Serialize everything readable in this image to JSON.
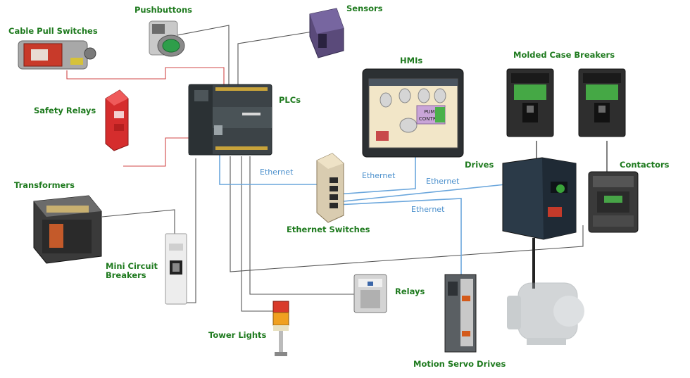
{
  "colors": {
    "label": "#1e7a1e",
    "ethernet_wire": "#6aa6dc",
    "control_wire": "#d04848",
    "power_wire": "#555555",
    "motor_cable": "#222222"
  },
  "labels": {
    "pushbuttons": "Pushbuttons",
    "sensors": "Sensors",
    "cable_pull_switches": "Cable Pull Switches",
    "safety_relays": "Safety Relays",
    "plcs": "PLCs",
    "hmis": "HMIs",
    "molded_case_breakers": "Molded Case Breakers",
    "drives": "Drives",
    "contactors": "Contactors",
    "transformers": "Transformers",
    "ethernet_switches": "Ethernet Switches",
    "mini_circuit_breakers": "Mini Circuit\nBreakers",
    "relays": "Relays",
    "tower_lights": "Tower Lights",
    "motion_servo_drives": "Motion Servo Drives"
  },
  "ethernet_labels": [
    "Ethernet",
    "Ethernet",
    "Ethernet",
    "Ethernet"
  ],
  "hmi_screen": {
    "title_line1": "PUMP",
    "title_line2": "CONTROL"
  }
}
